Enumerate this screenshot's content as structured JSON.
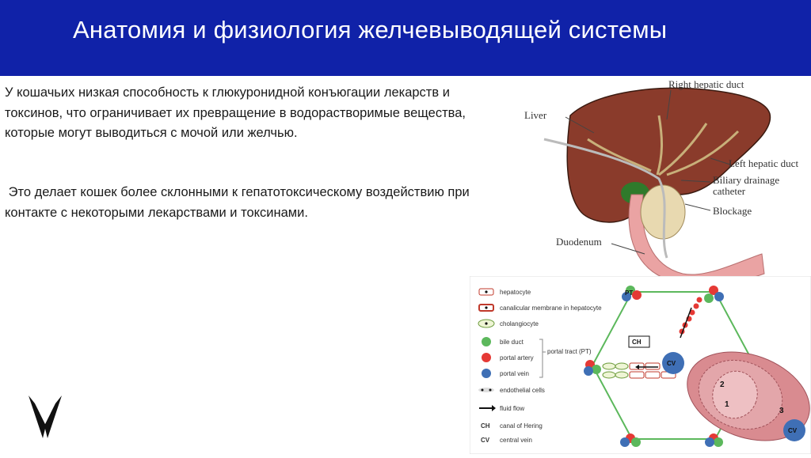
{
  "slide": {
    "title": "Анатомия и физиология желчевыводящей системы",
    "paragraph1": "У кошачьих низкая способность к глюкуронидной конъюгации лекарств и токсинов, что ограничивает их превращение в водорастворимые вещества, которые могут выводиться с мочой или желчью.",
    "paragraph2": " Это делает кошек более склонными к гепатотоксическому воздействию при контакте с некоторыми лекарствами и токсинами."
  },
  "colors": {
    "header_bg": "#1022a8",
    "title_text": "#ffffff",
    "liver": "#8a3b2b",
    "duodenum": "#eaa3a3",
    "bile_duct": "#4caf3a",
    "portal_artery": "#e53935",
    "portal_vein": "#3f6fb5",
    "lobule_fill": "#d98b90"
  },
  "logo": {
    "icon": "v-logo-icon"
  },
  "anatomy_figure": {
    "labels": {
      "right_hepatic_duct": "Right hepatic duct",
      "liver": "Liver",
      "left_hepatic_duct": "Left hepatic duct",
      "biliary_drainage_1": "Biliary drainage",
      "biliary_drainage_2": "catheter",
      "blockage": "Blockage",
      "duodenum": "Duodenum"
    }
  },
  "lobule_figure": {
    "legend": {
      "hepatocyte": "hepatocyte",
      "canalicular": "canalicular membrane in hepatocyte",
      "cholangiocyte": "cholangiocyte",
      "bile_duct": "bile duct",
      "portal_artery": "portal artery",
      "portal_vein": "portal vein",
      "portal_tract": "portal tract (PT)",
      "endothelial": "endothelial cells",
      "fluid_flow": "fluid flow",
      "ch_key": "CH",
      "ch_desc": "canal of Hering",
      "cv_key": "CV",
      "cv_desc": "central vein"
    },
    "labels": {
      "pt": "PT",
      "ch": "CH",
      "cv_center": "CV",
      "cv_right": "CV",
      "zone1": "1",
      "zone2": "2",
      "zone3": "3"
    }
  }
}
